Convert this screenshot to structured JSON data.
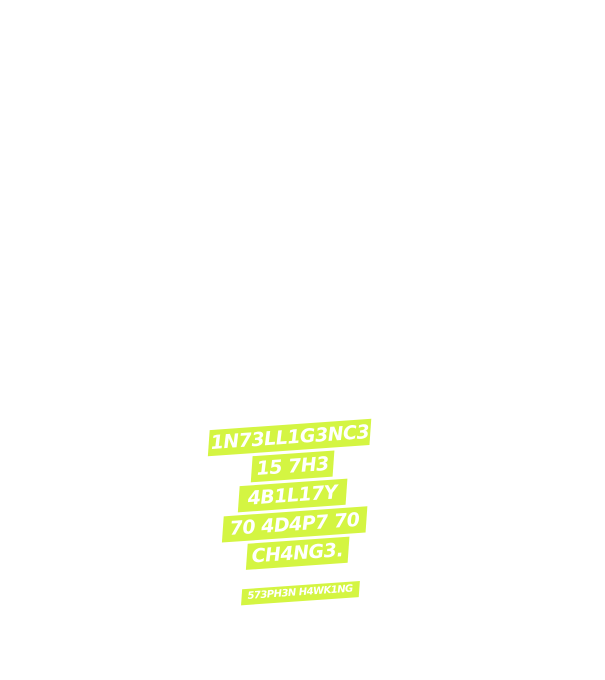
{
  "quote": {
    "lines": [
      "1N73LL1G3NC3",
      "15 7H3",
      "4B1L17Y",
      "70 4D4P7 70",
      "CH4NG3."
    ],
    "attribution": "573PH3N H4WK1NG"
  },
  "colors": {
    "background": "#ffffff",
    "highlight": "#d4f542",
    "text": "#ffffff"
  }
}
